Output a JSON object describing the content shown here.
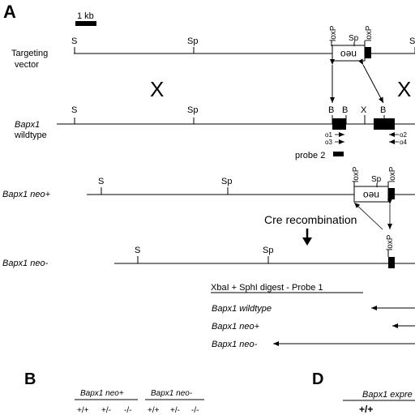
{
  "panels": {
    "a": "A",
    "b": "B",
    "d": "D"
  },
  "scale_bar": "1 kb",
  "rows": {
    "targeting": {
      "line1": "Targeting",
      "line2": "vector"
    },
    "wildtype": {
      "line1": "Bapx1",
      "line2": "wildtype"
    },
    "neo_plus": "Bapx1 neo+",
    "neo_minus": "Bapx1 neo-"
  },
  "site_labels": {
    "S": "S",
    "Sp": "Sp",
    "B": "B",
    "X": "X",
    "loxP": "loxP"
  },
  "cassette": "neo",
  "crossover": "X",
  "primers": {
    "o1": "o1",
    "o2": "o2",
    "o3": "o3",
    "o4": "o4"
  },
  "probe": "probe 2",
  "cre": "Cre recombination",
  "digest": {
    "title": "XbaI + SphI digest  -  Probe 1",
    "wildtype": "Bapx1 wildtype",
    "neo_plus": "Bapx1 neo+",
    "neo_minus": "Bapx1 neo-"
  },
  "panel_b": {
    "neo_plus": "Bapx1 neo+",
    "neo_minus": "Bapx1 neo-",
    "genotypes": [
      "+/+",
      "+/-",
      "-/-",
      "+/+",
      "+/-",
      "-/-"
    ]
  },
  "panel_d": {
    "header": "Bapx1  expre",
    "genotype": "+/+"
  }
}
